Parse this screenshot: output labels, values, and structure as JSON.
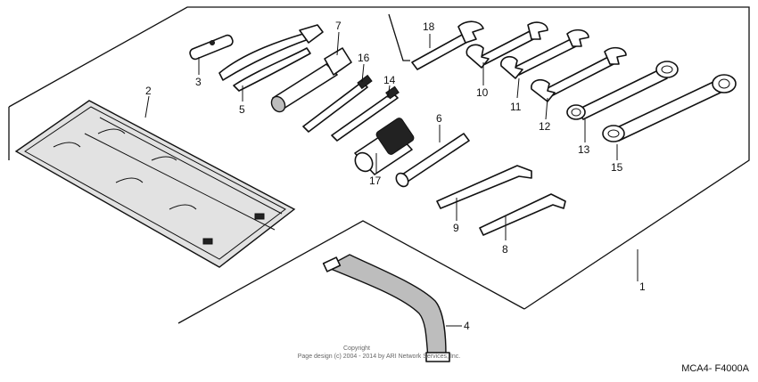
{
  "diagram": {
    "code": "MCA4- F4000A",
    "copyright_line1": "Copyright",
    "copyright_line2": "Page design (c) 2004 - 2014 by ARI Network Services, Inc.",
    "labels": {
      "p1": "1",
      "p2": "2",
      "p3": "3",
      "p4": "4",
      "p5": "5",
      "p6": "6",
      "p7": "7",
      "p8": "8",
      "p9": "9",
      "p10": "10",
      "p11": "11",
      "p12": "12",
      "p13": "13",
      "p14": "14",
      "p15": "15",
      "p16": "16",
      "p17": "17",
      "p18": "18"
    }
  }
}
